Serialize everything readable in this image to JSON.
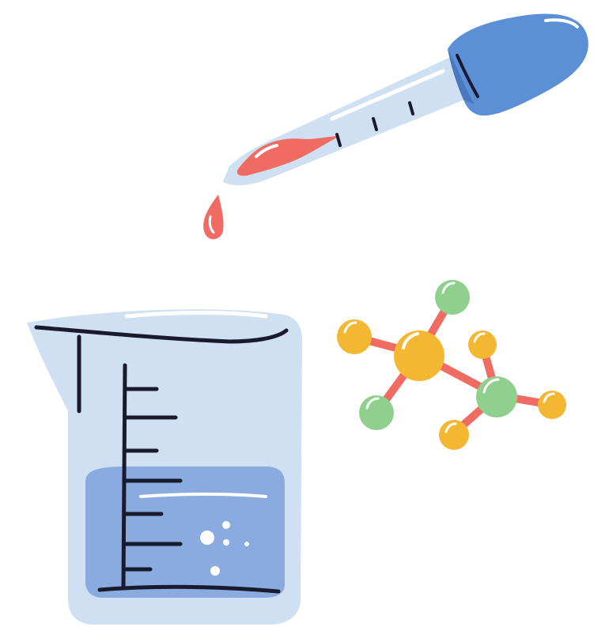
{
  "illustration": {
    "subject": "chemistry-lab-equipment",
    "objects": [
      "pipette-dropper",
      "liquid-drop",
      "measuring-beaker",
      "molecule-model"
    ]
  },
  "colors": {
    "pipette_bulb": "#5b8fd6",
    "pipette_bulb_shade": "#4a78bf",
    "pipette_glass": "#cfe0f3",
    "pipette_liquid": "#f06b62",
    "beaker_glass": "#cfe0f3",
    "beaker_liquid": "#8aabe0",
    "outline": "#1a1a2e",
    "highlight": "#ffffff",
    "molecule_yellow": "#f4b731",
    "molecule_green": "#8fd08f",
    "molecule_bond": "#f06b62"
  },
  "icons": {
    "pipette": "pipette-icon",
    "drop": "drop-icon",
    "beaker": "beaker-icon",
    "molecule": "molecule-icon"
  }
}
